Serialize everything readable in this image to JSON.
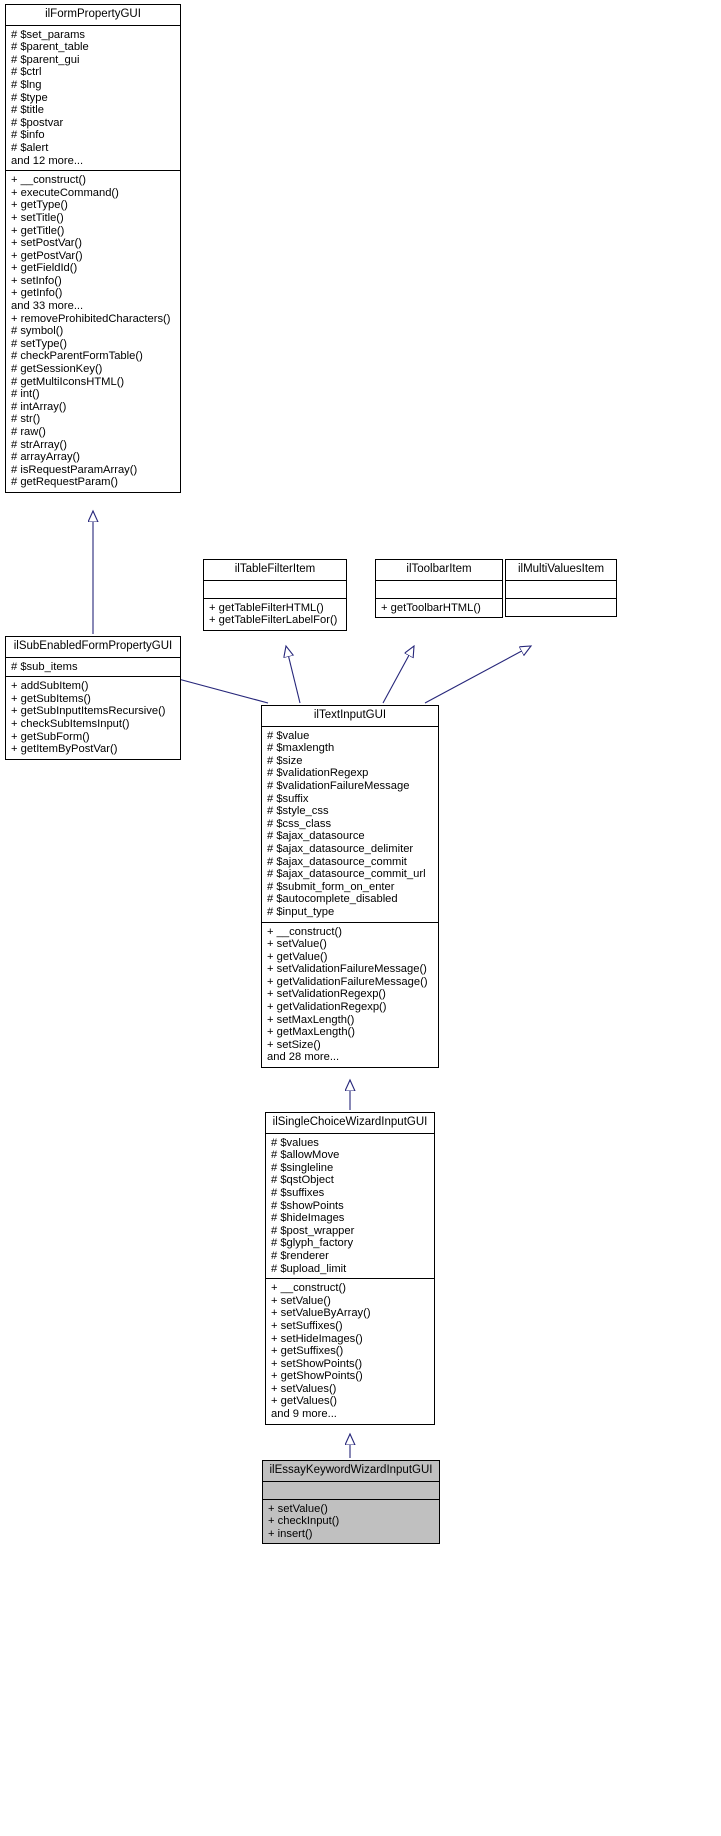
{
  "diagram": {
    "type": "uml-class-inheritance",
    "title": "ilEssayKeywordWizardInputGUI inheritance diagram",
    "edge_color": "#26267a",
    "highlight_fill": "#c0c0c0",
    "box_fill": "#ffffff",
    "line_color": "#000000"
  },
  "classes": [
    {
      "id": "ilFormPropertyGUI",
      "name": "ilFormPropertyGUI",
      "attributes": [
        "# $set_params",
        "# $parent_table",
        "# $parent_gui",
        "# $ctrl",
        "# $lng",
        "# $type",
        "# $title",
        "# $postvar",
        "# $info",
        "# $alert",
        "and 12 more..."
      ],
      "methods": [
        "+ __construct()",
        "+ executeCommand()",
        "+ getType()",
        "+ setTitle()",
        "+ getTitle()",
        "+ setPostVar()",
        "+ getPostVar()",
        "+ getFieldId()",
        "+ setInfo()",
        "+ getInfo()",
        "and 33 more...",
        "+ removeProhibitedCharacters()",
        "# symbol()",
        "# setType()",
        "# checkParentFormTable()",
        "# getSessionKey()",
        "# getMultiIconsHTML()",
        "# int()",
        "# intArray()",
        "# str()",
        "# raw()",
        "# strArray()",
        "# arrayArray()",
        "# isRequestParamArray()",
        "# getRequestParam()"
      ]
    },
    {
      "id": "ilSubEnabledFormPropertyGUI",
      "name": "ilSubEnabledFormPropertyGUI",
      "attributes": [
        "# $sub_items"
      ],
      "methods": [
        "+ addSubItem()",
        "+ getSubItems()",
        "+ getSubInputItemsRecursive()",
        "+ checkSubItemsInput()",
        "+ getSubForm()",
        "+ getItemByPostVar()"
      ]
    },
    {
      "id": "ilTableFilterItem",
      "name": "ilTableFilterItem",
      "attributes": [],
      "methods": [
        "+ getTableFilterHTML()",
        "+ getTableFilterLabelFor()"
      ]
    },
    {
      "id": "ilToolbarItem",
      "name": "ilToolbarItem",
      "attributes": [],
      "methods": [
        "+ getToolbarHTML()"
      ]
    },
    {
      "id": "ilMultiValuesItem",
      "name": "ilMultiValuesItem",
      "attributes": [],
      "methods": []
    },
    {
      "id": "ilTextInputGUI",
      "name": "ilTextInputGUI",
      "attributes": [
        "# $value",
        "# $maxlength",
        "# $size",
        "# $validationRegexp",
        "# $validationFailureMessage",
        "# $suffix",
        "# $style_css",
        "# $css_class",
        "# $ajax_datasource",
        "# $ajax_datasource_delimiter",
        "# $ajax_datasource_commit",
        "# $ajax_datasource_commit_url",
        "# $submit_form_on_enter",
        "# $autocomplete_disabled",
        "# $input_type"
      ],
      "methods": [
        "+ __construct()",
        "+ setValue()",
        "+ getValue()",
        "+ setValidationFailureMessage()",
        "+ getValidationFailureMessage()",
        "+ setValidationRegexp()",
        "+ getValidationRegexp()",
        "+ setMaxLength()",
        "+ getMaxLength()",
        "+ setSize()",
        "and 28 more..."
      ]
    },
    {
      "id": "ilSingleChoiceWizardInputGUI",
      "name": "ilSingleChoiceWizardInputGUI",
      "attributes": [
        "# $values",
        "# $allowMove",
        "# $singleline",
        "# $qstObject",
        "# $suffixes",
        "# $showPoints",
        "# $hideImages",
        "# $post_wrapper",
        "# $glyph_factory",
        "# $renderer",
        "# $upload_limit"
      ],
      "methods": [
        "+ __construct()",
        "+ setValue()",
        "+ setValueByArray()",
        "+ setSuffixes()",
        "+ setHideImages()",
        "+ getSuffixes()",
        "+ setShowPoints()",
        "+ getShowPoints()",
        "+ setValues()",
        "+ getValues()",
        "and 9 more..."
      ]
    },
    {
      "id": "ilEssayKeywordWizardInputGUI",
      "name": "ilEssayKeywordWizardInputGUI",
      "attributes": [],
      "methods": [
        "+ setValue()",
        "+ checkInput()",
        "+ insert()"
      ]
    }
  ]
}
